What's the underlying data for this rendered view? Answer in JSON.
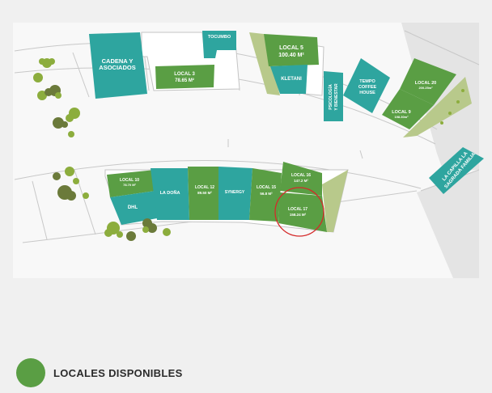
{
  "colors": {
    "available": "#5a9e44",
    "occupied": "#2ea59f",
    "corridor": "#b8c98b",
    "building": "#ffffff",
    "highlight": "#d42a2a",
    "tree": "#8cad3d",
    "tree_dark": "#6b7a3a"
  },
  "units": {
    "cadena": {
      "line1": "CADENA Y",
      "line2": "ASOCIADOS"
    },
    "tocumbo": {
      "line1": "TOCUMBO"
    },
    "local3": {
      "line1": "LOCAL 3",
      "line2": "78.65 M²"
    },
    "local5": {
      "line1": "LOCAL 5",
      "line2": "100.40 M²"
    },
    "kletani": {
      "line1": "KLETANI"
    },
    "psicologia": {
      "line1": "PSICOLOGÍA",
      "line2": "Y BIENESTAR"
    },
    "tempo": {
      "line1": "TEMPO",
      "line2": "COFFEE",
      "line3": "HOUSE"
    },
    "local20": {
      "line1": "LOCAL 20",
      "line2": "200.25m²"
    },
    "local9": {
      "line1": "LOCAL 9",
      "line2": "198.30m²"
    },
    "capilla": {
      "line1": "LA CAPILLA LA",
      "line2": "SAGRADA FAMILIA"
    },
    "local10": {
      "line1": "LOCAL 10",
      "line2": "78.70 M²"
    },
    "dhl": {
      "line1": "DHL"
    },
    "ladona": {
      "line1": "LA DOÑA"
    },
    "local12": {
      "line1": "LOCAL 12",
      "line2": "89.50 M²"
    },
    "synergy": {
      "line1": "SYNERGY"
    },
    "local15": {
      "line1": "LOCAL 15",
      "line2": "56.8 M²"
    },
    "local16": {
      "line1": "LOCAL 16",
      "line2": "147.2 M²"
    },
    "local17": {
      "line1": "LOCAL 17",
      "line2": "158.24 M²"
    }
  },
  "legend": {
    "label": "LOCALES DISPONIBLES"
  }
}
